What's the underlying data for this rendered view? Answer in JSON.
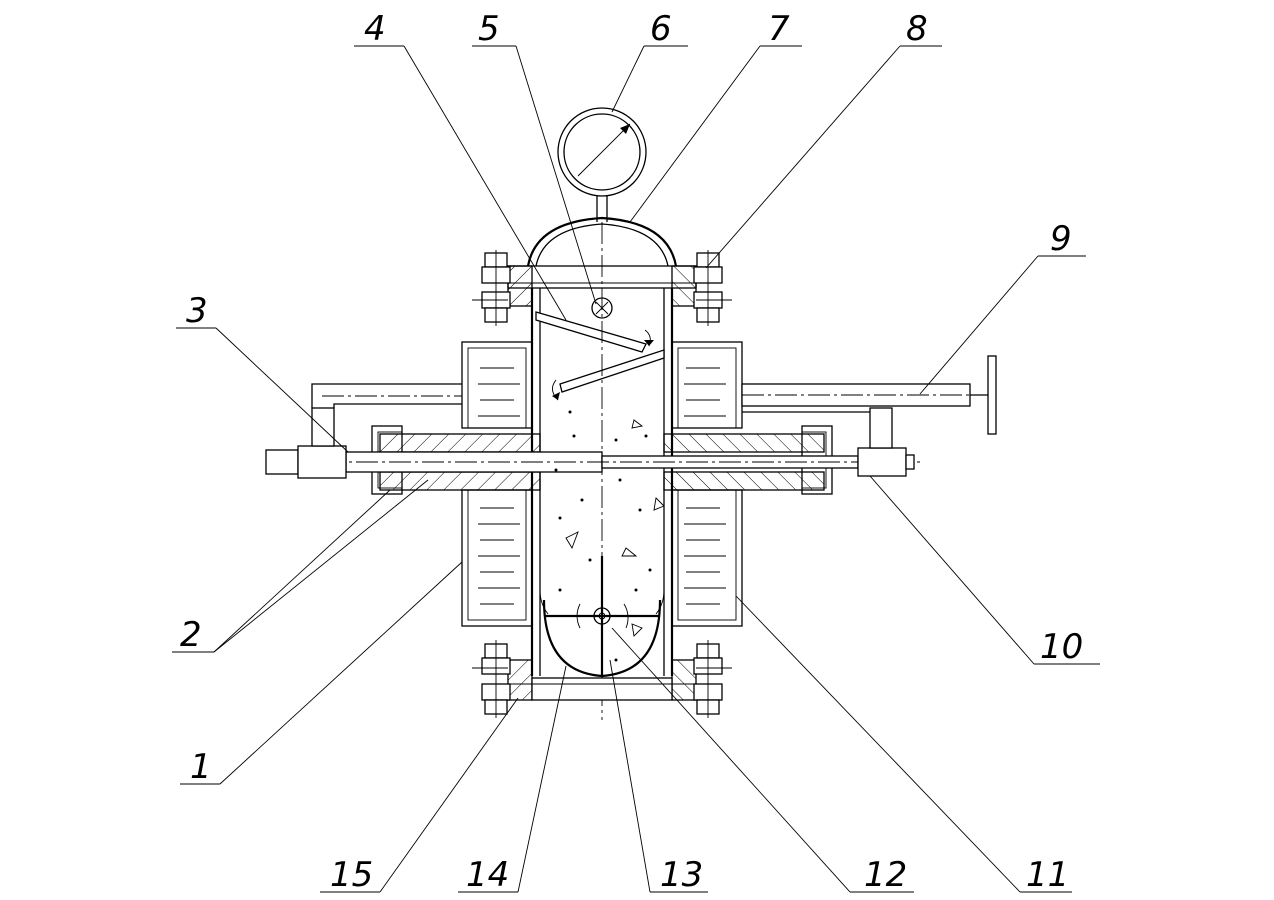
{
  "callouts": [
    {
      "id": "c1",
      "label": "1"
    },
    {
      "id": "c2",
      "label": "2"
    },
    {
      "id": "c3",
      "label": "3"
    },
    {
      "id": "c4",
      "label": "4"
    },
    {
      "id": "c5",
      "label": "5"
    },
    {
      "id": "c6",
      "label": "6"
    },
    {
      "id": "c7",
      "label": "7"
    },
    {
      "id": "c8",
      "label": "8"
    },
    {
      "id": "c9",
      "label": "9"
    },
    {
      "id": "c10",
      "label": "10"
    },
    {
      "id": "c11",
      "label": "11"
    },
    {
      "id": "c12",
      "label": "12"
    },
    {
      "id": "c13",
      "label": "13"
    },
    {
      "id": "c14",
      "label": "14"
    },
    {
      "id": "c15",
      "label": "15"
    }
  ]
}
